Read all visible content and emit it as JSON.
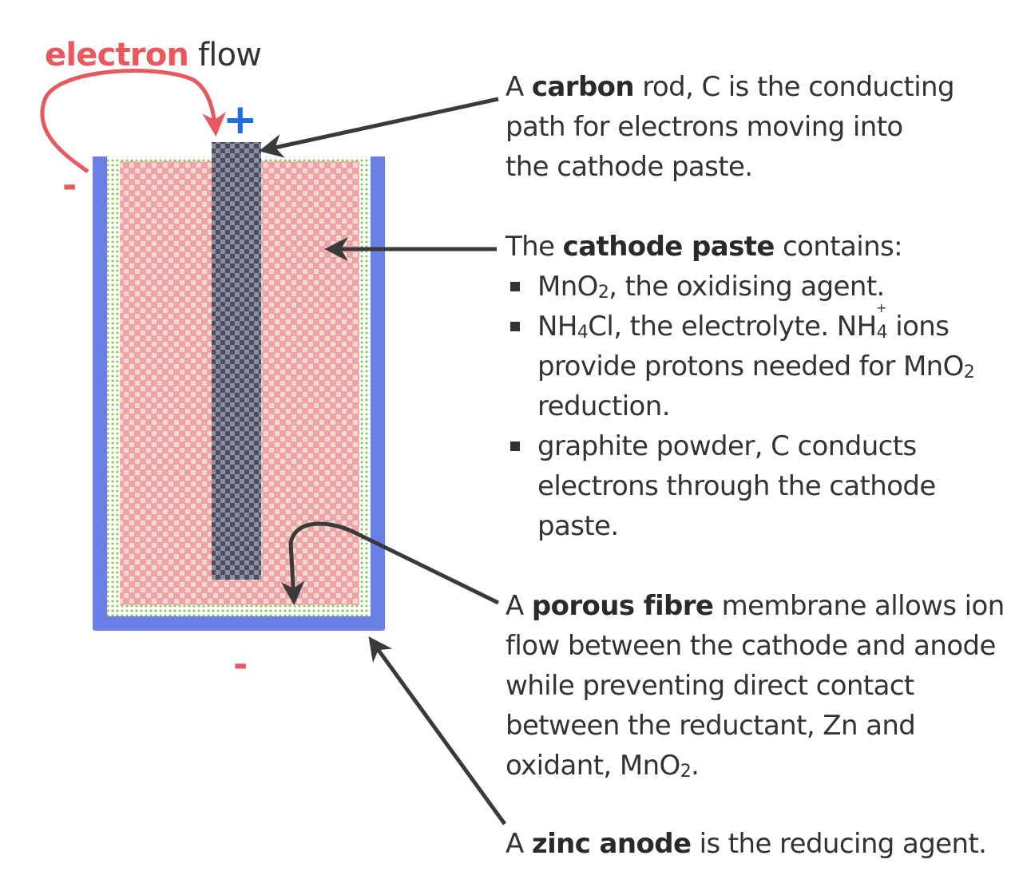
{
  "electron_flow": {
    "word1": "electron",
    "word2": "flow"
  },
  "terminals": {
    "positive": "+",
    "negative_top": "-",
    "negative_bottom": "-"
  },
  "carbon": {
    "pre": "A ",
    "bold": "carbon",
    "post": " rod, C is the conducting",
    "line2": "path for electrons moving into",
    "line3": "the cathode paste."
  },
  "paste": {
    "pre": "The ",
    "bold": "cathode paste",
    "post": " contains:",
    "b1_pre": "MnO",
    "b1_sub": "2",
    "b1_post": ", the oxidising agent.",
    "b2_pre": "NH",
    "b2_sub": "4",
    "b2_mid": "Cl, the electrolyte. NH",
    "b2_ion_sub": "4",
    "b2_ion_sup": "+",
    "b2_post": " ions",
    "b2_l2_pre": "provide protons needed for MnO",
    "b2_l2_sub": "2",
    "b2_l3": "reduction.",
    "b3_l1": "graphite powder, C conducts",
    "b3_l2": "electrons through the cathode",
    "b3_l3": "paste."
  },
  "membrane": {
    "pre": "A ",
    "bold": "porous fibre",
    "post": " membrane allows ion",
    "line2": "flow between the cathode and anode",
    "line3": "while preventing direct contact",
    "line4": "between the reductant, Zn and",
    "line5_pre": "oxidant, MnO",
    "line5_sub": "2",
    "line5_post": "."
  },
  "zinc": {
    "pre": "A ",
    "bold": "zinc anode",
    "post": " is the reducing agent."
  },
  "colors": {
    "zinc_casing": "#6a7ee8",
    "paste_pink": "#eea2b0",
    "paste_cream": "#f3dcc3",
    "membrane_green": "#7ccb4e",
    "rod_dark": "#4a4e5e",
    "rod_light": "#8c8fa0",
    "electron_red": "#e8595f",
    "plus_blue": "#1f6fe0",
    "arrow_gray": "#3a3a3a"
  }
}
